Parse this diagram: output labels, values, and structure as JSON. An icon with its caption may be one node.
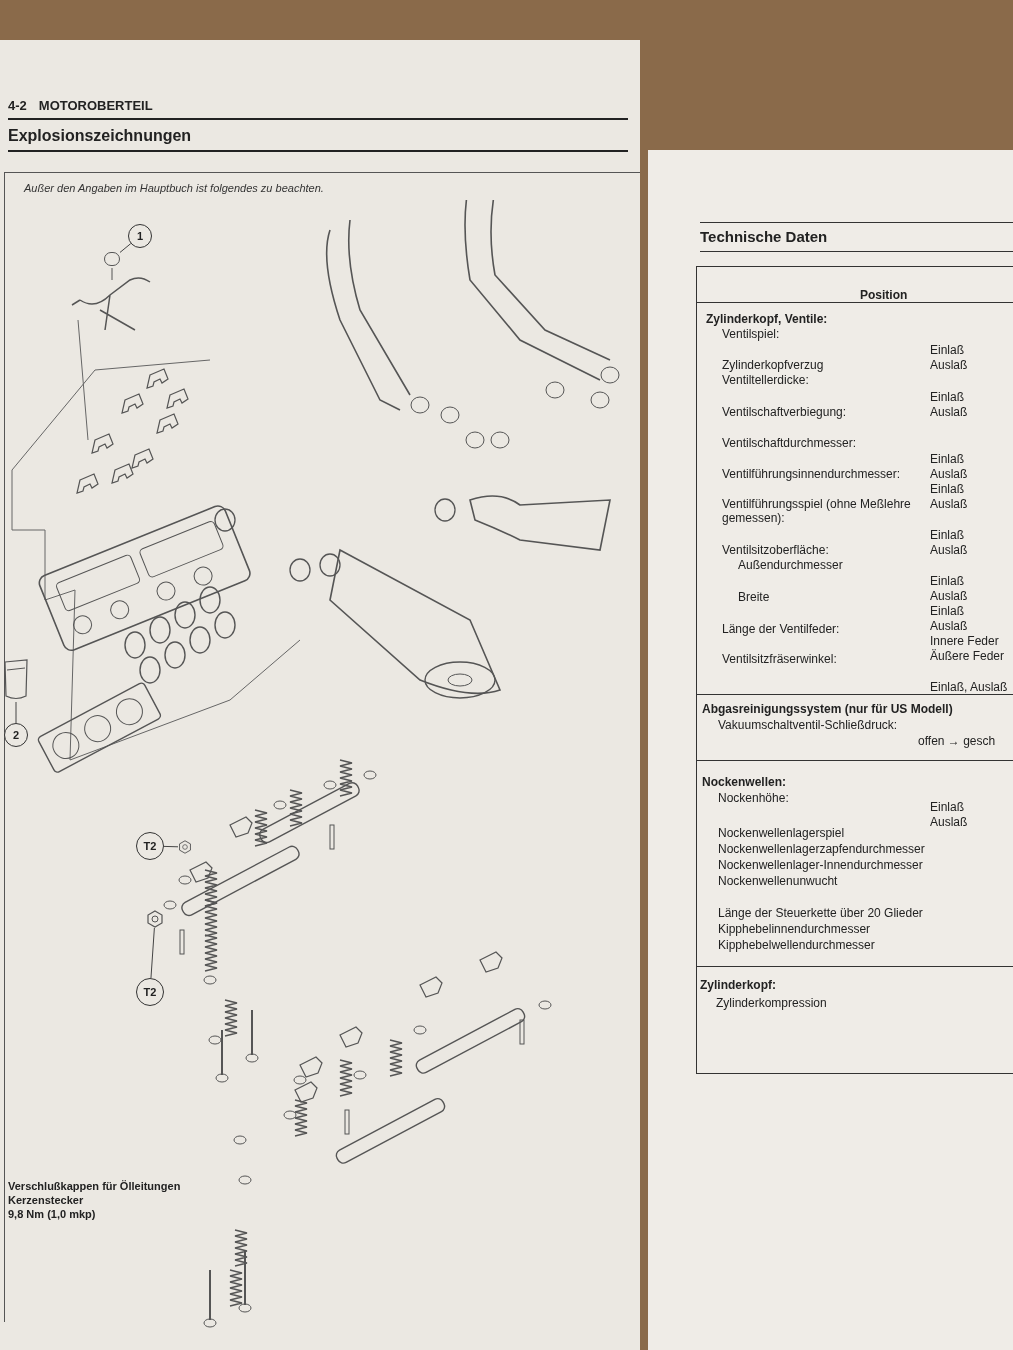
{
  "diagram": {
    "title": "Explosionszeichnungen",
    "nodes": [
      {
        "text": [
          "1"
        ]
      },
      {
        "text": [],
        "shape": "circle"
      },
      {
        "text": [
          "2"
        ]
      },
      {
        "text": [],
        "shape": "picture"
      },
      {
        "text": [
          "T2"
        ]
      },
      {
        "text": [],
        "shape": "picture"
      },
      {
        "text": [
          "T2"
        ]
      },
      {
        "text": [],
        "shape": "picture"
      }
    ],
    "edges": [
      {
        "from": 0,
        "to": 1,
        "arrow": "none"
      },
      {
        "from": 2,
        "to": 3,
        "arrow": "none"
      },
      {
        "from": 4,
        "to": 5,
        "arrow": "none"
      },
      {
        "from": 6,
        "to": 7,
        "arrow": "none"
      }
    ],
    "labels": [
      "4-2",
      "MOTOROBERTEIL",
      "Außer den Angaben im Hauptbuch ist folgendes zu beachten.",
      "Verschlußkappen für Ölleitungen",
      "Kerzenstecker",
      "9,8 Nm (1,0 mkp)",
      "Technische Daten",
      "Position",
      "Zylinderkopf, Ventile:",
      "Ventilspiel:",
      "Einlaß",
      "Auslaß",
      "Zylinderkopfverzug",
      "Ventiltellerdicke:",
      "Einlaß",
      "Auslaß",
      "Ventilschaftverbiegung:",
      "Ventilschaftdurchmesser:",
      "Einlaß",
      "Auslaß",
      "Ventilführungsinnendurchmesser:",
      "Einlaß",
      "Auslaß",
      "Ventilführungsspiel (ohne Meßlehre gemessen):",
      "Einlaß",
      "Auslaß",
      "Ventilsitzoberfläche:",
      "Außendurchmesser",
      "Einlaß",
      "Breite",
      "Auslaß",
      "Einlaß",
      "Auslaß",
      "Länge der Ventilfeder:",
      "Innere Feder",
      "Äußere Feder",
      "Ventilsitzfräserwinkel:",
      "Einlaß, Auslaß",
      "Abgasreinigungssystem (nur für US Modell)",
      "Vakuumschaltventil-Schließdruck:",
      "offen → gesch",
      "Nockenwellen:",
      "Nockenhöhe:",
      "Einlaß",
      "Auslaß",
      "Nockenwellenlagerspiel",
      "Nockenwellenlagerzapfendurchmesser",
      "Nockenwellenlager-Innendurchmesser",
      "Nockenwellenunwucht",
      "Länge der Steuerkette über 20 Glieder",
      "Kipphebelinnendurchmesser",
      "Kipphebelwellendurchmesser",
      "Zylinderkopf:",
      "Zylinderkompression"
    ]
  }
}
